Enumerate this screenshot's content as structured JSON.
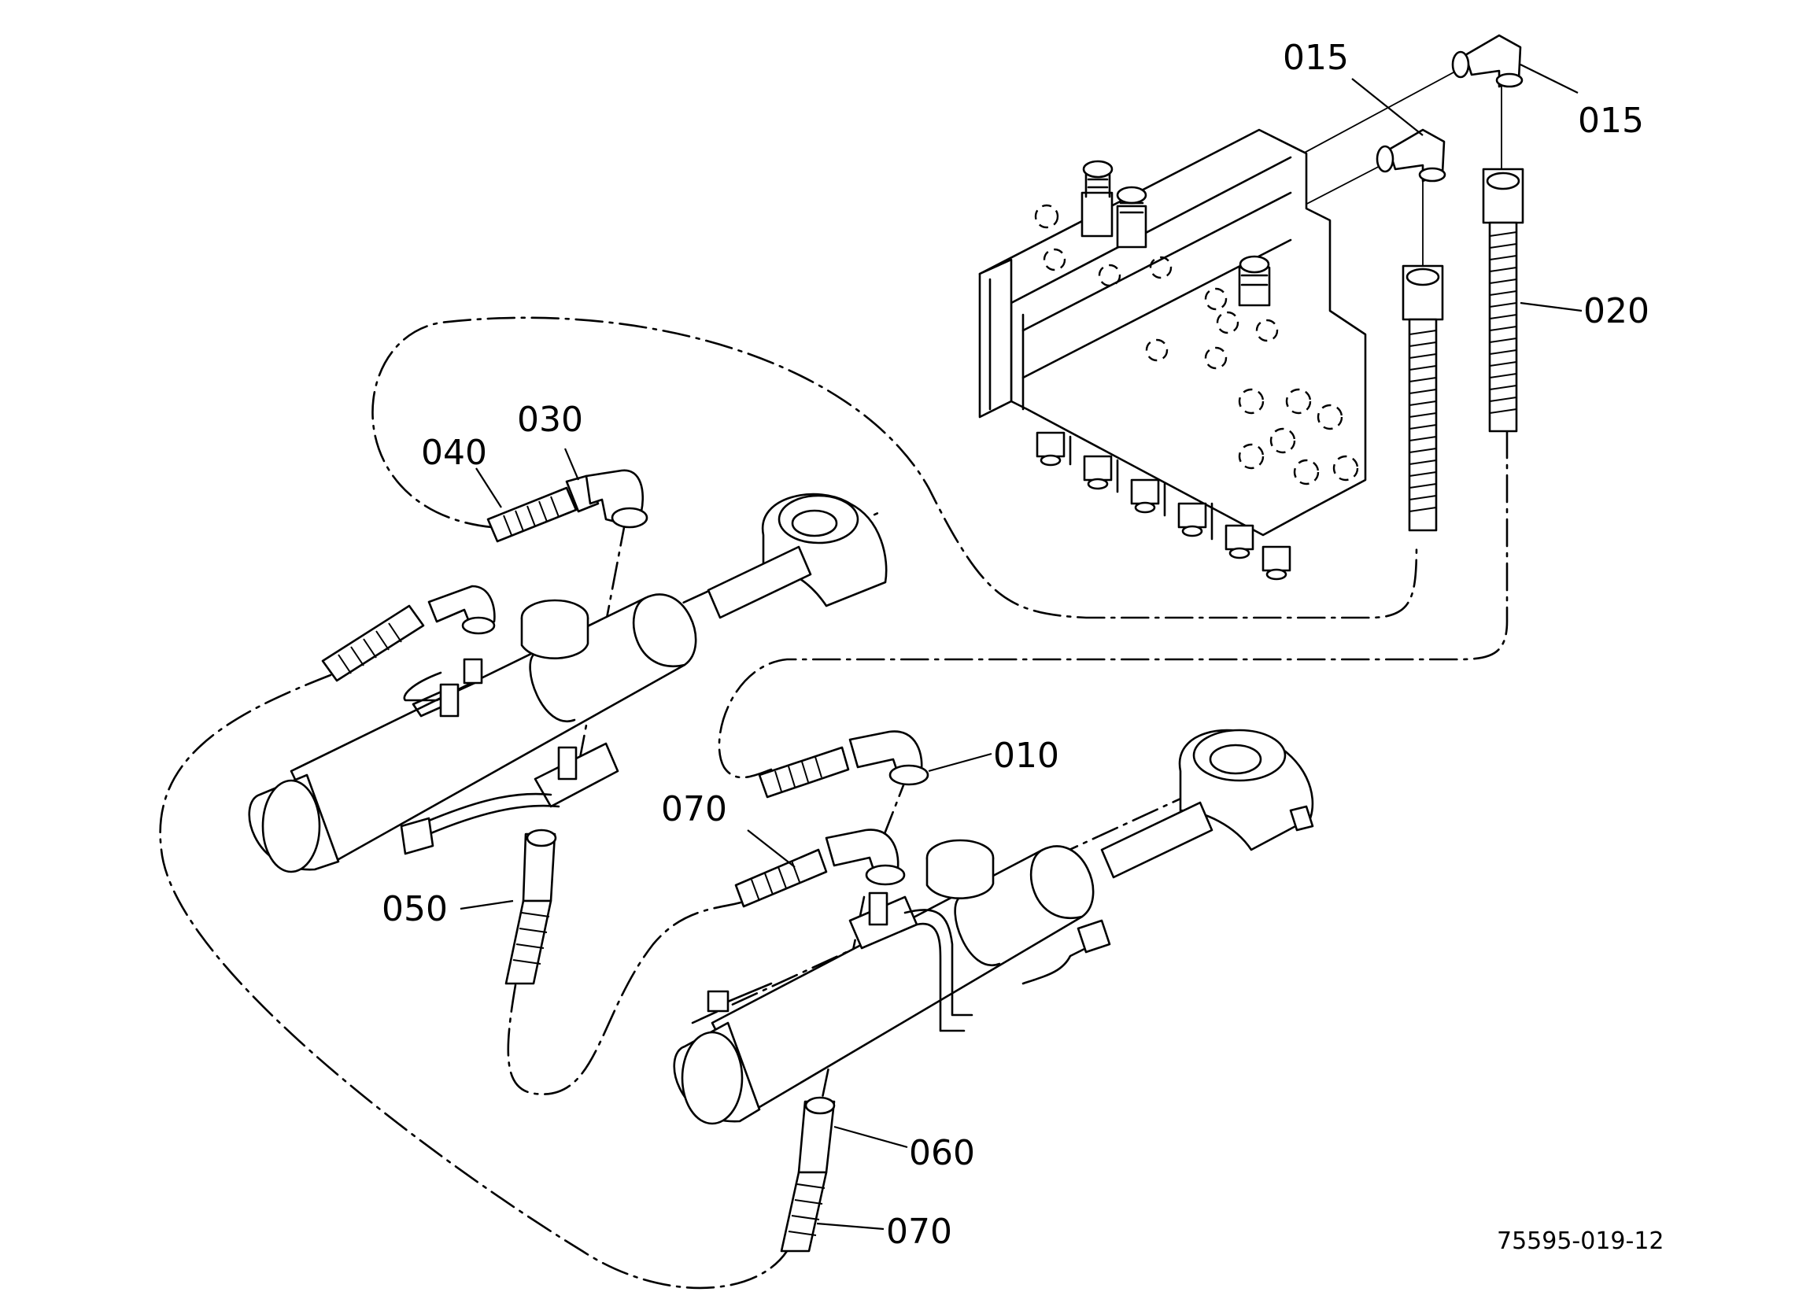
{
  "callouts": {
    "c015_top": "015",
    "c015_right": "015",
    "c020": "020",
    "c040": "040",
    "c030": "030",
    "c010": "010",
    "c070_mid": "070",
    "c050": "050",
    "c060": "060",
    "c070_bottom": "070"
  },
  "figure_id": "75595-019-12"
}
